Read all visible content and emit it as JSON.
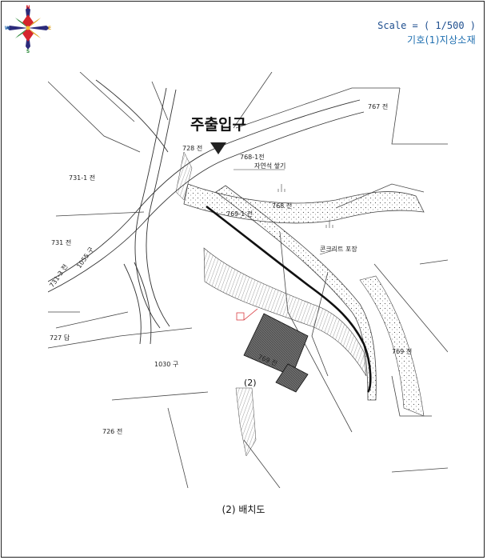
{
  "compass": {
    "n": "N",
    "s": "S",
    "e": "E",
    "w": "W",
    "icon": "compass-rose"
  },
  "scale_text": "Scale = ( 1/500 )",
  "legend_text": "기호(1)지상소재",
  "entrance_label": "주출입구",
  "building_label": "(2)",
  "caption": "(2) 배치도",
  "parcels": {
    "p767": "767 전",
    "p728": "728 전",
    "p768_1": "768-1전",
    "p731_1": "731-1 전",
    "p768": "768 전",
    "p769_1": "769-1 전",
    "p731": "731 전",
    "p1055": "1055 구",
    "p731_3": "731-3 전",
    "p727": "727 답",
    "p1030": "1030 구",
    "p769": "769 전",
    "p726": "726 전",
    "p769a": "769 전"
  },
  "notes": {
    "natural_slope": "자연석 쌓기",
    "concrete_pavement": "콘크리트 포장"
  }
}
